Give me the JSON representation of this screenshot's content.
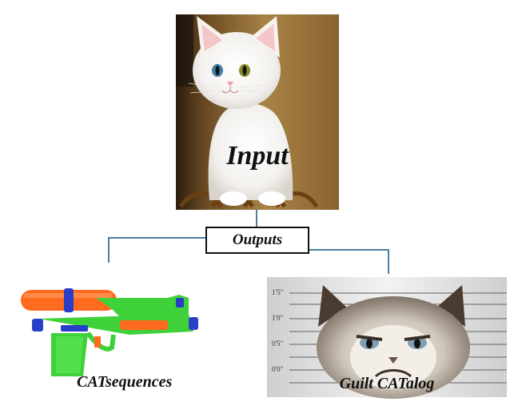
{
  "diagram": {
    "input": {
      "label": "Input",
      "image": "white-kitten-photo"
    },
    "hub": {
      "label": "Outputs"
    },
    "outputs": [
      {
        "label": "CATsequences",
        "image": "toy-water-gun"
      },
      {
        "label": "Guilt CATalog",
        "image": "grumpy-cat-mugshot",
        "height_marks": [
          "1'5\"",
          "1'0\"",
          "0'5\"",
          "0'0\""
        ]
      }
    ]
  },
  "colors": {
    "connector": "#4a7fa3",
    "hub_border": "#111111",
    "text": "#111111",
    "water_gun_orange": "#ff6a1e",
    "water_gun_green": "#3fd13a",
    "water_gun_blue": "#2a3fc7",
    "kitten_bg": "#a07a3c",
    "mugshot_bg": "#e8e8e8"
  }
}
